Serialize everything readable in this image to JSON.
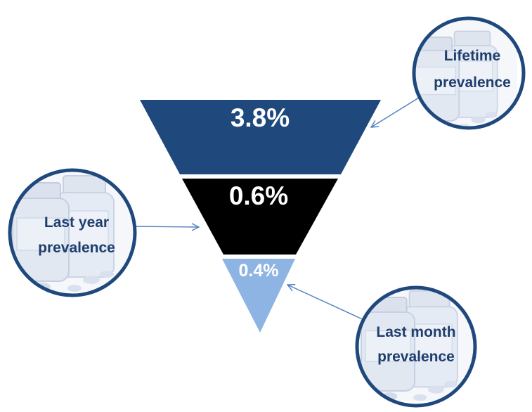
{
  "funnel": {
    "levels": [
      {
        "id": "lifetime",
        "value_label": "3.8%",
        "color": "#1f497d"
      },
      {
        "id": "last-year",
        "value_label": "0.6%",
        "color": "#000000"
      },
      {
        "id": "last-month",
        "value_label": "0.4%",
        "color": "#8eb4e3"
      }
    ]
  },
  "bubbles": {
    "lifetime": {
      "line1": "Lifetime",
      "line2": "prevalence"
    },
    "last_year": {
      "line1": "Last year",
      "line2": "prevalence"
    },
    "last_month": {
      "line1": "Last month",
      "line2": "prevalence"
    }
  },
  "colors": {
    "bubble_border": "#1f497d",
    "bubble_text": "#1f3e6e",
    "arrow": "#4f81bd",
    "bubble_fill": "#eef2f8",
    "bottle_tint": "#c7d3e6"
  },
  "bubble_background_icon": "medicine-bottles-icon"
}
